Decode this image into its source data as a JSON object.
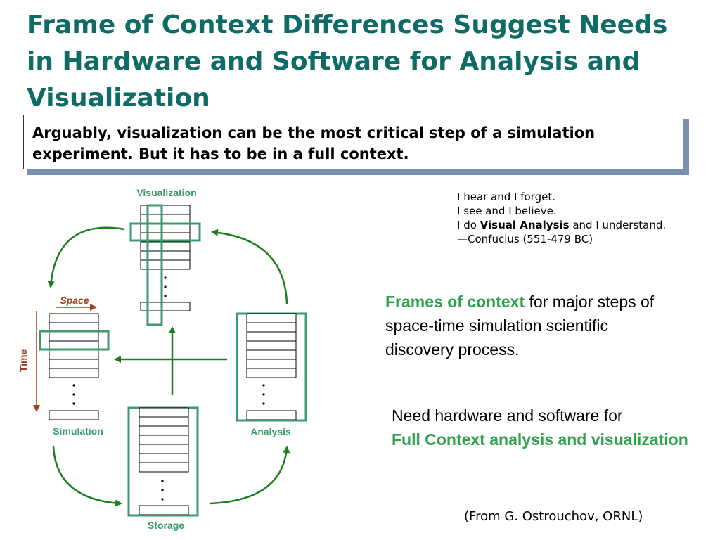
{
  "slide": {
    "title": "Frame of Context Differences Suggest Needs in Hardware and Software for Analysis and Visualization",
    "callout": "Arguably, visualization can be the most critical step of a simulation experiment. But it has to be in a full context."
  },
  "diagram": {
    "labels": {
      "visualization": "Visualization",
      "space": "Space",
      "time": "Time",
      "simulation": "Simulation",
      "analysis": "Analysis",
      "storage": "Storage"
    }
  },
  "quote": {
    "line1": "I hear and I forget.",
    "line2": "I see and I believe.",
    "line3_pre": "I do ",
    "line3_bold": "Visual Analysis",
    "line3_post": " and I understand.",
    "line4": "—Confucius (551-479 BC)"
  },
  "frames": {
    "highlight": "Frames of context",
    "rest": " for major steps of space-time simulation scientific discovery process."
  },
  "need": {
    "plain": "Need hardware and software for",
    "highlight": "Full Context analysis and visualization"
  },
  "credit": "(From G. Ostrouchov, ORNL)",
  "colors": {
    "title": "#0f6b66",
    "accent_green": "#2ea24a",
    "frame_green": "#3c9a6e",
    "arrow_green": "#1e7d1e",
    "space_time_red": "#a0401a"
  }
}
